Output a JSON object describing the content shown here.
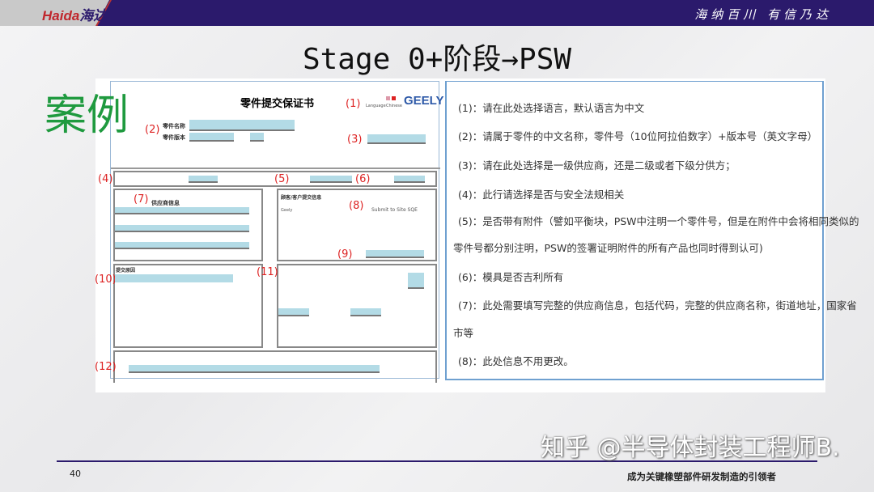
{
  "header": {
    "logo_latin": "Haida",
    "logo_cn": "海达",
    "motto": "海纳百川  有信乃达",
    "colors": {
      "navy": "#2b1a6c",
      "accent": "#c0262c"
    }
  },
  "slide": {
    "title": "Stage 0+阶段→PSW",
    "case_label": "案例",
    "page_number": "40",
    "slogan": "成为关键橡塑部件研发制造的引领者",
    "watermark": "知乎 @半导体封装工程师B."
  },
  "form": {
    "title": "零件提交保证书",
    "brand": "GEELY",
    "language_label": "Language",
    "language_value": "Chinese",
    "part_name_label": "零件名称",
    "part_version_label": "零件版本",
    "supplier_info_label": "供应商信息",
    "customer_info_label": "顾客/客户提交信息",
    "customer_name": "Geely",
    "submit_to": "Submit to Site SQE",
    "submission_reason_label": "提交原因",
    "markers": [
      "(1)",
      "(2)",
      "(3)",
      "(4)",
      "(5)",
      "(6)",
      "(7)",
      "(8)",
      "(9)",
      "(10)",
      "(11)",
      "(12)"
    ]
  },
  "notes": [
    "(1)：请在此处选择语言，默认语言为中文",
    "(2)：请属于零件的中文名称，零件号（10位阿拉伯数字）+版本号（英文字母）",
    "(3)：请在此处选择是一级供应商，还是二级或者下级分供方；",
    "(4)：此行请选择是否与安全法规相关",
    "(5)：是否带有附件（譬如平衡块，PSW中注明一个零件号，但是在附件中会将相同类似的",
    "零件号都分别注明，PSW的签署证明附件的所有产品也同时得到认可)",
    "(6)：模具是否吉利所有",
    "(7)：此处需要填写完整的供应商信息，包括代码，完整的供应商名称，街道地址，国家省",
    "市等",
    "(8)：此处信息不用更改。"
  ]
}
